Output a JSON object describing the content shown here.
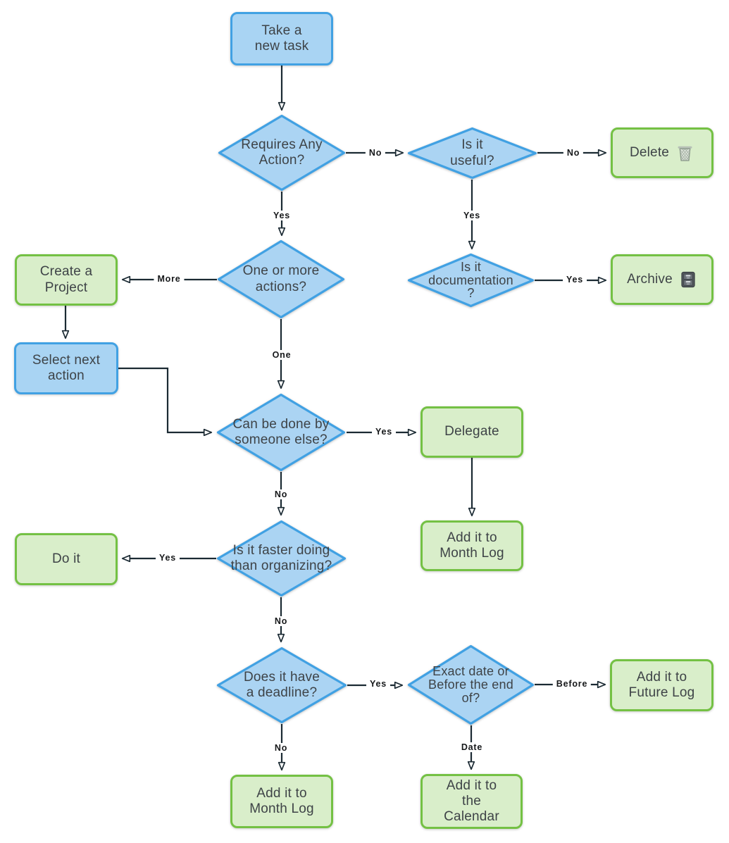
{
  "flowchart": {
    "background": "#ffffff",
    "palette": {
      "blue_fill": "#a9d4f3",
      "blue_border": "#41a1e3",
      "green_fill": "#d9eeca",
      "green_border": "#74c144",
      "connector": "#1b2a33",
      "node_text": "#3e4347",
      "edge_label_text": "#16181a"
    },
    "nodes": {
      "take_task": {
        "label": "Take a\nnew task",
        "shape": "rounded-rect",
        "color": "blue"
      },
      "requires_action": {
        "label": "Requires Any\nAction?",
        "shape": "diamond",
        "color": "blue"
      },
      "is_useful": {
        "label": "Is it\nuseful?",
        "shape": "diamond",
        "color": "blue"
      },
      "delete": {
        "label": "Delete",
        "shape": "rounded-rect",
        "color": "green",
        "icon": "wastebasket-icon"
      },
      "is_documentation": {
        "label": "Is it\ndocumentation\n?",
        "shape": "diamond",
        "color": "blue"
      },
      "archive": {
        "label": "Archive",
        "shape": "rounded-rect",
        "color": "green",
        "icon": "file-cabinet-icon"
      },
      "create_project": {
        "label": "Create a\nProject",
        "shape": "rounded-rect",
        "color": "green"
      },
      "one_or_more": {
        "label": "One or more\nactions?",
        "shape": "diamond",
        "color": "blue"
      },
      "select_next": {
        "label": "Select next\naction",
        "shape": "rounded-rect",
        "color": "blue"
      },
      "can_be_done": {
        "label": "Can be done by\nsomeone else?",
        "shape": "diamond",
        "color": "blue"
      },
      "delegate": {
        "label": "Delegate",
        "shape": "rounded-rect",
        "color": "green"
      },
      "month_log_delegate": {
        "label": "Add it to\nMonth Log",
        "shape": "rounded-rect",
        "color": "green"
      },
      "is_faster": {
        "label": "Is it faster doing\nthan organizing?",
        "shape": "diamond",
        "color": "blue"
      },
      "do_it": {
        "label": "Do it",
        "shape": "rounded-rect",
        "color": "green"
      },
      "has_deadline": {
        "label": "Does it have\na deadline?",
        "shape": "diamond",
        "color": "blue"
      },
      "exact_date": {
        "label": "Exact date or\nBefore the end\nof?",
        "shape": "diamond",
        "color": "blue"
      },
      "future_log": {
        "label": "Add it to\nFuture Log",
        "shape": "rounded-rect",
        "color": "green"
      },
      "month_log_bottom": {
        "label": "Add it to\nMonth Log",
        "shape": "rounded-rect",
        "color": "green"
      },
      "calendar": {
        "label": "Add it to\nthe\nCalendar",
        "shape": "rounded-rect",
        "color": "green"
      }
    },
    "edges": [
      {
        "from": "take_task",
        "to": "requires_action",
        "label": ""
      },
      {
        "from": "requires_action",
        "to": "is_useful",
        "label": "No"
      },
      {
        "from": "is_useful",
        "to": "delete",
        "label": "No"
      },
      {
        "from": "requires_action",
        "to": "one_or_more",
        "label": "Yes"
      },
      {
        "from": "is_useful",
        "to": "is_documentation",
        "label": "Yes"
      },
      {
        "from": "is_documentation",
        "to": "archive",
        "label": "Yes"
      },
      {
        "from": "one_or_more",
        "to": "create_project",
        "label": "More"
      },
      {
        "from": "create_project",
        "to": "select_next",
        "label": ""
      },
      {
        "from": "select_next",
        "to": "can_be_done",
        "label": ""
      },
      {
        "from": "one_or_more",
        "to": "can_be_done",
        "label": "One"
      },
      {
        "from": "can_be_done",
        "to": "delegate",
        "label": "Yes"
      },
      {
        "from": "delegate",
        "to": "month_log_delegate",
        "label": ""
      },
      {
        "from": "can_be_done",
        "to": "is_faster",
        "label": "No"
      },
      {
        "from": "is_faster",
        "to": "do_it",
        "label": "Yes"
      },
      {
        "from": "is_faster",
        "to": "has_deadline",
        "label": "No"
      },
      {
        "from": "has_deadline",
        "to": "exact_date",
        "label": "Yes"
      },
      {
        "from": "exact_date",
        "to": "future_log",
        "label": "Before"
      },
      {
        "from": "has_deadline",
        "to": "month_log_bottom",
        "label": "No"
      },
      {
        "from": "exact_date",
        "to": "calendar",
        "label": "Date"
      }
    ]
  }
}
